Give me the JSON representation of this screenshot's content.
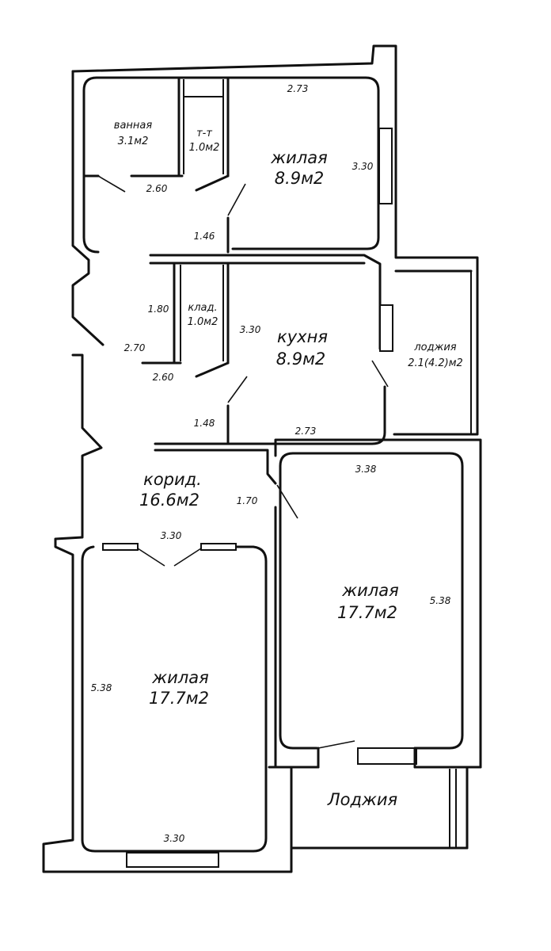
{
  "rooms": {
    "bath": {
      "name": "ванная",
      "area": "3.1м2"
    },
    "wc": {
      "name": "т-т",
      "area": "1.0м2"
    },
    "living_top": {
      "name": "жилая",
      "area": "8.9м2"
    },
    "storage": {
      "name": "клад.",
      "area": "1.0м2"
    },
    "kitchen": {
      "name": "кухня",
      "area": "8.9м2"
    },
    "loggia_small": {
      "name": "лоджия",
      "area": "2.1(4.2)м2"
    },
    "corridor": {
      "name": "корид.",
      "area": "16.6м2"
    },
    "living_right": {
      "name": "жилая",
      "area": "17.7м2"
    },
    "living_left": {
      "name": "жилая",
      "area": "17.7м2"
    },
    "loggia_bottom": {
      "name": "Лоджия"
    }
  },
  "dimensions": {
    "d1": "2.73",
    "d2": "3.30",
    "d3": "2.60",
    "d4": "1.46",
    "d5": "1.80",
    "d6": "3.30",
    "d7": "2.70",
    "d8": "2.60",
    "d9": "1.48",
    "d10": "2.73",
    "d11": "3.38",
    "d12": "1.70",
    "d13": "5.38",
    "d14": "3.30",
    "d15": "5.38",
    "d16": "3.30"
  }
}
